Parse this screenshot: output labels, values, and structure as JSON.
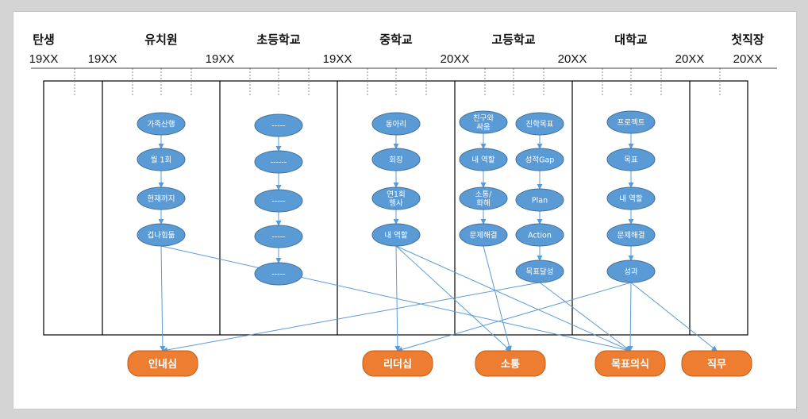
{
  "stages": [
    {
      "id": "birth",
      "label": "탄생"
    },
    {
      "id": "kindergarten",
      "label": "유치원"
    },
    {
      "id": "elementary",
      "label": "초등학교"
    },
    {
      "id": "middle",
      "label": "중학교"
    },
    {
      "id": "high",
      "label": "고등학교"
    },
    {
      "id": "university",
      "label": "대학교"
    },
    {
      "id": "first-job",
      "label": "첫직장"
    }
  ],
  "years": [
    "19XX",
    "19XX",
    "19XX",
    "19XX",
    "20XX",
    "20XX",
    "20XX",
    "20XX"
  ],
  "nodes": [
    {
      "id": "k1",
      "lines": [
        "가족산행"
      ]
    },
    {
      "id": "k2",
      "lines": [
        "월 1회"
      ]
    },
    {
      "id": "k3",
      "lines": [
        "현재까지"
      ]
    },
    {
      "id": "k4",
      "lines": [
        "겁나힘듦"
      ]
    },
    {
      "id": "e1",
      "lines": [
        "-----"
      ]
    },
    {
      "id": "e2",
      "lines": [
        "------"
      ]
    },
    {
      "id": "e3",
      "lines": [
        "-----"
      ]
    },
    {
      "id": "e4",
      "lines": [
        "-----"
      ]
    },
    {
      "id": "e5",
      "lines": [
        "-----"
      ]
    },
    {
      "id": "m1",
      "lines": [
        "동아리"
      ]
    },
    {
      "id": "m2",
      "lines": [
        "회장"
      ]
    },
    {
      "id": "m3",
      "lines": [
        "연1회",
        "행사"
      ]
    },
    {
      "id": "m4",
      "lines": [
        "내 역할"
      ]
    },
    {
      "id": "h1",
      "lines": [
        "친구와",
        "싸움"
      ]
    },
    {
      "id": "h2",
      "lines": [
        "내 역할"
      ]
    },
    {
      "id": "h3",
      "lines": [
        "소통/",
        "화해"
      ]
    },
    {
      "id": "h4",
      "lines": [
        "문제해결"
      ]
    },
    {
      "id": "h5",
      "lines": [
        "진학목표"
      ]
    },
    {
      "id": "h6",
      "lines": [
        "성적Gap"
      ]
    },
    {
      "id": "h7",
      "lines": [
        "Plan"
      ]
    },
    {
      "id": "h8",
      "lines": [
        "Action"
      ]
    },
    {
      "id": "h9",
      "lines": [
        "목표달성"
      ]
    },
    {
      "id": "u1",
      "lines": [
        "프로젝트"
      ]
    },
    {
      "id": "u2",
      "lines": [
        "목표"
      ]
    },
    {
      "id": "u3",
      "lines": [
        "내 역할"
      ]
    },
    {
      "id": "u4",
      "lines": [
        "문제해결"
      ]
    },
    {
      "id": "u5",
      "lines": [
        "성과"
      ]
    }
  ],
  "outcomes": [
    {
      "id": "patience",
      "label": "인내심"
    },
    {
      "id": "leadership",
      "label": "리더십"
    },
    {
      "id": "communication",
      "label": "소통"
    },
    {
      "id": "goal-awareness",
      "label": "목표의식"
    },
    {
      "id": "job",
      "label": "직무"
    }
  ],
  "chain_edges": [
    [
      "k1",
      "k2"
    ],
    [
      "k2",
      "k3"
    ],
    [
      "k3",
      "k4"
    ],
    [
      "e1",
      "e2"
    ],
    [
      "e2",
      "e3"
    ],
    [
      "e3",
      "e4"
    ],
    [
      "e4",
      "e5"
    ],
    [
      "m1",
      "m2"
    ],
    [
      "m2",
      "m3"
    ],
    [
      "m3",
      "m4"
    ],
    [
      "h1",
      "h2"
    ],
    [
      "h2",
      "h3"
    ],
    [
      "h3",
      "h4"
    ],
    [
      "h5",
      "h6"
    ],
    [
      "h6",
      "h7"
    ],
    [
      "h7",
      "h8"
    ],
    [
      "h8",
      "h9"
    ],
    [
      "u1",
      "u2"
    ],
    [
      "u2",
      "u3"
    ],
    [
      "u3",
      "u4"
    ],
    [
      "u4",
      "u5"
    ]
  ],
  "outcome_edges": [
    [
      "k4",
      "patience"
    ],
    [
      "k4",
      "goal-awareness"
    ],
    [
      "h9",
      "patience"
    ],
    [
      "m4",
      "leadership"
    ],
    [
      "m4",
      "communication"
    ],
    [
      "m4",
      "goal-awareness"
    ],
    [
      "h4",
      "communication"
    ],
    [
      "h9",
      "goal-awareness"
    ],
    [
      "u5",
      "leadership"
    ],
    [
      "u5",
      "goal-awareness"
    ],
    [
      "u5",
      "job"
    ]
  ],
  "colors": {
    "node_fill": "#5b9bd5",
    "node_stroke": "#41719c",
    "outcome_fill": "#ed7d31",
    "outcome_stroke": "#c55a11",
    "arrow": "#5b9bd5",
    "grid": "#000000",
    "dash": "#888888"
  }
}
